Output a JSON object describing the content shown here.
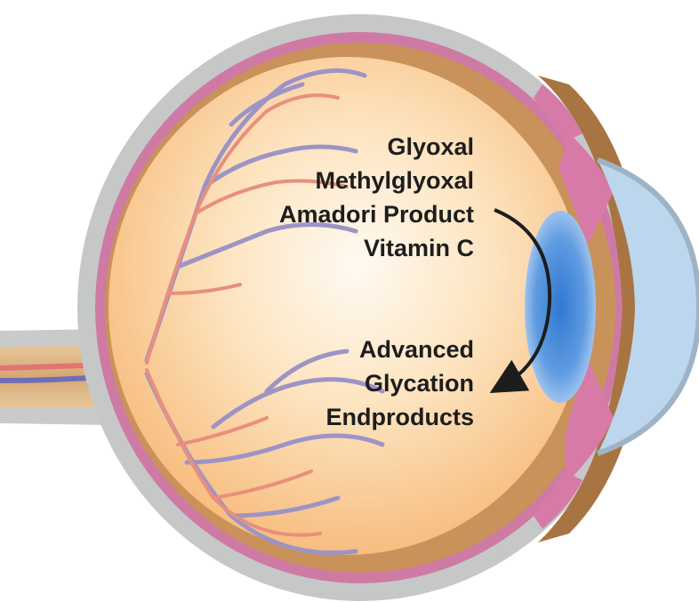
{
  "substrates": [
    {
      "label": "Glyoxal"
    },
    {
      "label": "Methylglyoxal"
    },
    {
      "label": "Amadori Product"
    },
    {
      "label": "Vitamin C"
    }
  ],
  "products": [
    {
      "label": "Advanced"
    },
    {
      "label": "Glycation"
    },
    {
      "label": "Endproducts"
    }
  ],
  "colors": {
    "sclera": "#c6c8c7",
    "choroid": "#cf7aa4",
    "retina": "#b7824a",
    "vitreous_center": "#fffaf2",
    "vitreous_edge": "#f7b877",
    "lens": "#4f8fd8",
    "cornea": "#bcd6ee",
    "iris": "#d77aa8",
    "artery": "#e27472",
    "vein": "#9d94c6",
    "text": "#1d1d1d"
  },
  "icons": {
    "arrow": "curved-arrow-icon"
  }
}
